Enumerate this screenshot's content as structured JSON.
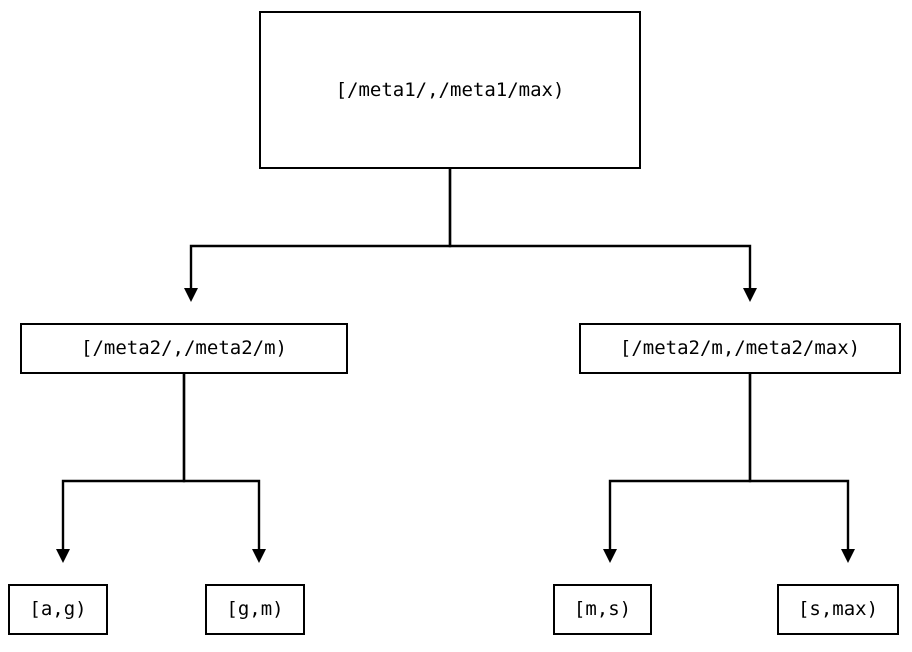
{
  "diagram": {
    "type": "tree",
    "title": "",
    "orientation": "top-down",
    "colors": {
      "background": "#ffffff",
      "node_border": "#000000",
      "node_fill": "#ffffff",
      "edge": "#000000",
      "text": "#000000"
    },
    "nodes": {
      "root": {
        "id": "root",
        "label": "[/meta1/,/meta1/max)",
        "level": 0
      },
      "mid_left": {
        "id": "mid_left",
        "label": "[/meta2/,/meta2/m)",
        "level": 1
      },
      "mid_right": {
        "id": "mid_right",
        "label": "[/meta2/m,/meta2/max)",
        "level": 1
      },
      "leaf_ag": {
        "id": "leaf_ag",
        "label": "[a,g)",
        "level": 2
      },
      "leaf_gm": {
        "id": "leaf_gm",
        "label": "[g,m)",
        "level": 2
      },
      "leaf_ms": {
        "id": "leaf_ms",
        "label": "[m,s)",
        "level": 2
      },
      "leaf_smax": {
        "id": "leaf_smax",
        "label": "[s,max)",
        "level": 2
      }
    },
    "edges": [
      {
        "from": "root",
        "to": "mid_left",
        "arrow": "triangle-down"
      },
      {
        "from": "root",
        "to": "mid_right",
        "arrow": "triangle-down"
      },
      {
        "from": "mid_left",
        "to": "leaf_ag",
        "arrow": "triangle-down"
      },
      {
        "from": "mid_left",
        "to": "leaf_gm",
        "arrow": "triangle-down"
      },
      {
        "from": "mid_right",
        "to": "leaf_ms",
        "arrow": "triangle-down"
      },
      {
        "from": "mid_right",
        "to": "leaf_smax",
        "arrow": "triangle-down"
      }
    ]
  }
}
